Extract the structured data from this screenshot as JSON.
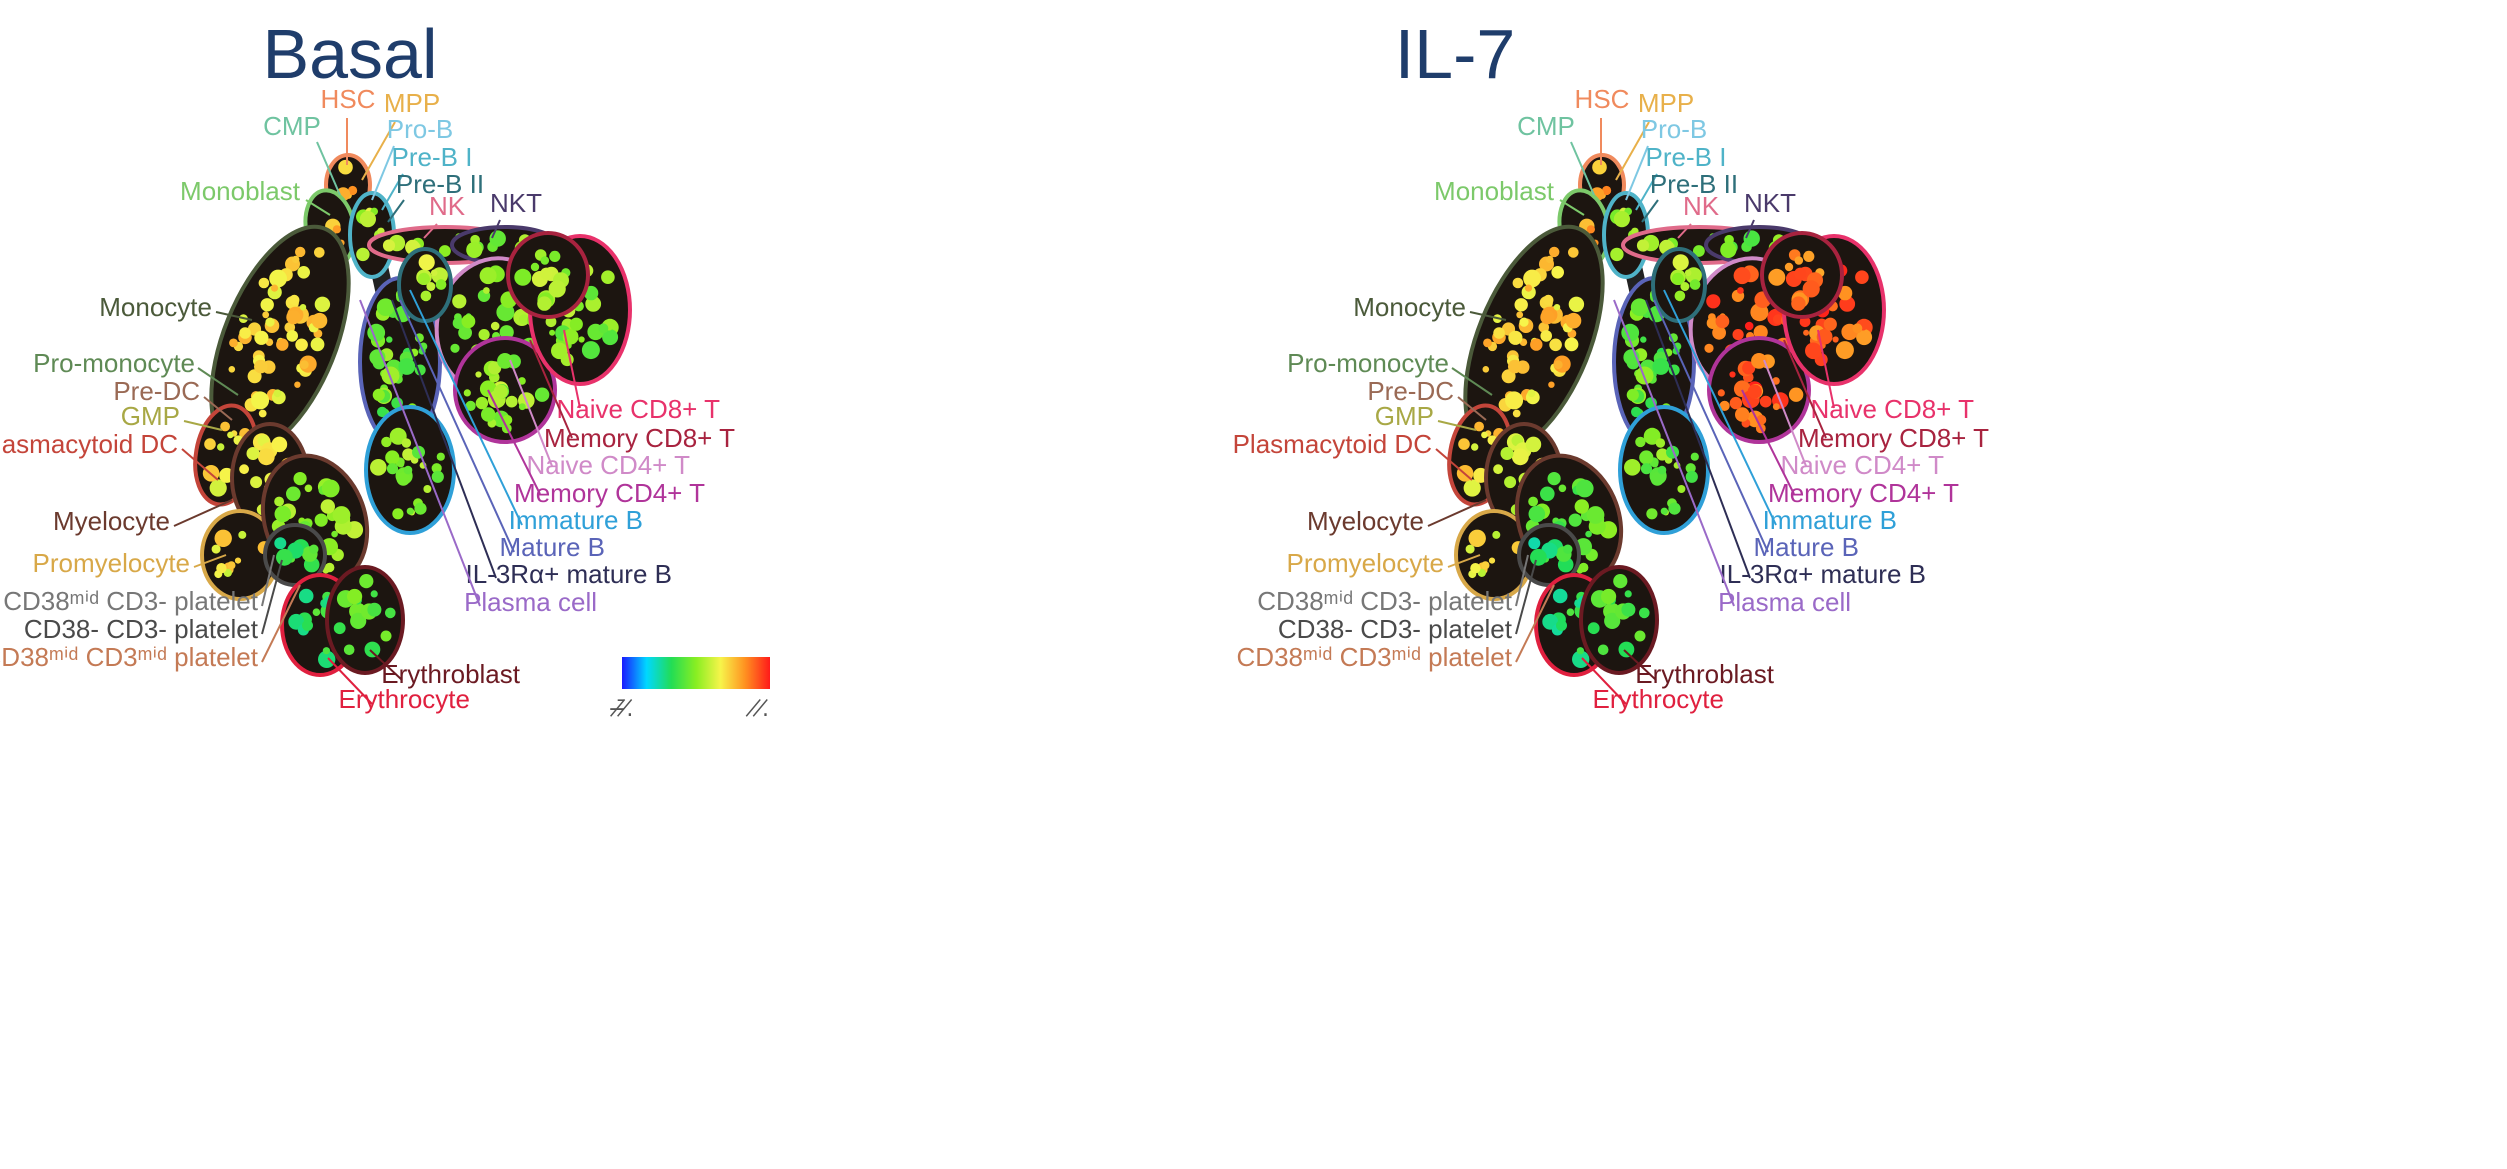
{
  "panels": [
    {
      "id": "basal",
      "title": "Basal",
      "state": "basal"
    },
    {
      "id": "il7",
      "title": "IL-7",
      "state": "il7"
    }
  ],
  "populations": [
    {
      "key": "hsc",
      "label": "HSC",
      "color": "#f08a5d"
    },
    {
      "key": "mpp",
      "label": "MPP",
      "color": "#e8b04a"
    },
    {
      "key": "cmp",
      "label": "CMP",
      "color": "#6fc3a0"
    },
    {
      "key": "prob",
      "label": "Pro-B",
      "color": "#7ec8e3"
    },
    {
      "key": "prebi",
      "label": "Pre-B I",
      "color": "#4fb3c8"
    },
    {
      "key": "prebii",
      "label": "Pre-B II",
      "color": "#2e6f7a"
    },
    {
      "key": "monoblast",
      "label": "Monoblast",
      "color": "#7cc96a"
    },
    {
      "key": "nk",
      "label": "NK",
      "color": "#e06b8a"
    },
    {
      "key": "nkt",
      "label": "NKT",
      "color": "#4a3a6b"
    },
    {
      "key": "monocyte",
      "label": "Monocyte",
      "color": "#4b5a3a"
    },
    {
      "key": "promonocyte",
      "label": "Pro-monocyte",
      "color": "#5f8a55"
    },
    {
      "key": "predc",
      "label": "Pre-DC",
      "color": "#9a6a55"
    },
    {
      "key": "gmp",
      "label": "GMP",
      "color": "#a8a845"
    },
    {
      "key": "pdc",
      "label": "Plasmacytoid DC",
      "color": "#c4453a"
    },
    {
      "key": "naivecd8",
      "label": "Naive CD8+ T",
      "color": "#e8326b"
    },
    {
      "key": "memcd8",
      "label": "Memory CD8+ T",
      "color": "#a8233f"
    },
    {
      "key": "naivecd4",
      "label": "Naive CD4+ T",
      "color": "#d08ac8"
    },
    {
      "key": "memcd4",
      "label": "Memory CD4+ T",
      "color": "#b0349a"
    },
    {
      "key": "myelocyte",
      "label": "Myelocyte",
      "color": "#6b3a2e"
    },
    {
      "key": "immb",
      "label": "Immature B",
      "color": "#2fa0d8"
    },
    {
      "key": "matb",
      "label": "Mature B",
      "color": "#5a64b8"
    },
    {
      "key": "promyelocyte",
      "label": "Promyelocyte",
      "color": "#d8a848"
    },
    {
      "key": "il3b",
      "label": "IL-3Rα+ mature B",
      "color": "#2e2e55"
    },
    {
      "key": "plasma",
      "label": "Plasma cell",
      "color": "#9a6ac8"
    },
    {
      "key": "cd38midplt",
      "label": "CD38ᵐⁱᵈ CD3- platelet",
      "color": "#777777"
    },
    {
      "key": "cd38negplt",
      "label": "CD38- CD3- platelet",
      "color": "#4a4a4a"
    },
    {
      "key": "cd38cd3mid",
      "label": "CD38ᵐⁱᵈ CD3ᵐⁱᵈ platelet",
      "color": "#c47a55"
    },
    {
      "key": "erythroblast",
      "label": "Erythroblast",
      "color": "#6b1a22"
    },
    {
      "key": "erythrocyte",
      "label": "Erythrocyte",
      "color": "#e0203f"
    }
  ],
  "color_scale": {
    "colors": [
      "#1a1aff",
      "#00d8ff",
      "#22dd55",
      "#88ee22",
      "#f7f44a",
      "#ff9020",
      "#ff1a1a"
    ],
    "min_label": "−̸̄.̸",
    "max_label": "̸.̸"
  }
}
